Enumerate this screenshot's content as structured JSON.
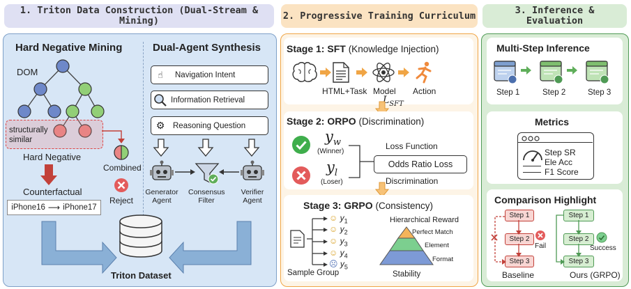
{
  "headers": {
    "col1": "1. Triton Data Construction (Dual-Stream & Mining)",
    "col2": "2. Progressive Training Curriculum",
    "col3_line1": "3. Inference &",
    "col3_line2": "Evaluation"
  },
  "col1": {
    "hard_neg_title": "Hard Negative Mining",
    "dual_agent_title": "Dual-Agent Synthesis",
    "dom_label": "DOM",
    "struct_line1": "structurally",
    "struct_line2": "similar",
    "hard_negative": "Hard Negative",
    "combined": "Combined",
    "reject": "Reject",
    "counterfactual": "Counterfactual",
    "iphone_from": "iPhone16",
    "iphone_to": "iPhone17",
    "dataset": "Triton Dataset",
    "intents": [
      "Navigation Intent",
      "Information Retrieval",
      "Reasoning Question"
    ],
    "generator_line1": "Generator",
    "generator_line2": "Agent",
    "consensus_line1": "Consensus",
    "consensus_line2": "Filter",
    "verifier_line1": "Verifier",
    "verifier_line2": "Agent"
  },
  "col2": {
    "stage1_title": "Stage 1: SFT",
    "stage1_sub": "(Knowledge Injection)",
    "stage1_items": [
      "HTML+Task",
      "Model",
      "Action"
    ],
    "lsft_main": "L",
    "lsft_sub": "SFT",
    "stage2_title": "Stage 2: ORPO",
    "stage2_sub": "(Discrimination)",
    "yw_main": "y",
    "yw_sub": "w",
    "yl_main": "y",
    "yl_sub": "l",
    "winner": "(Winner)",
    "loser": "(Loser)",
    "loss_function": "Loss Function",
    "odds_ratio": "Odds Ratio Loss",
    "discrimination": "Discrimination",
    "stage3_title": "Stage 3: GRPO",
    "stage3_sub": "(Consistency)",
    "y_items": [
      "y",
      "y",
      "y",
      "y",
      "y"
    ],
    "y_subs": [
      "1",
      "2",
      "3",
      "4",
      "5"
    ],
    "sample_group": "Sample Group",
    "hier_reward": "Hierarchical Reward",
    "perfect_match": "Perfect Match",
    "element": "Element",
    "format": "Format",
    "stability": "Stability"
  },
  "col3": {
    "msi_title": "Multi-Step Inference",
    "steps": [
      "Step 1",
      "Step 2",
      "Step 3"
    ],
    "metrics_title": "Metrics",
    "metrics": [
      "Step SR",
      "Ele Acc",
      "F1 Score"
    ],
    "comparison_title": "Comparison Highlight",
    "baseline_steps": [
      "Step 1",
      "Step 2",
      "Step 3"
    ],
    "ours_steps": [
      "Step 1",
      "Step 2",
      "Step 3"
    ],
    "fail": "Fail",
    "success": "Success",
    "baseline": "Baseline",
    "ours": "Ours (GRPO)"
  },
  "colors": {
    "col1_header": "#dfe0f3",
    "col2_header": "#fbe3c2",
    "col3_header": "#d9ecd6",
    "col1_panel": "#d7e6f6",
    "col2_border": "#f0a545",
    "col3_border": "#4f9a55",
    "node_blue": "#6e88c9",
    "node_green": "#92cf77",
    "node_red": "#e98585",
    "arrow_red": "#c2413a",
    "arrow_orange": "#f0a545",
    "arrow_green": "#5fae5a"
  },
  "icons": [
    "dom-tree-icon",
    "pointer-icon",
    "magnifier-icon",
    "gears-icon",
    "robot-icon",
    "funnel-icon",
    "database-icon",
    "brain-icon",
    "document-icon",
    "atom-icon",
    "runner-icon",
    "check-icon",
    "cross-icon",
    "smiley-icon",
    "pyramid-icon",
    "gauge-icon",
    "browser-icon"
  ]
}
